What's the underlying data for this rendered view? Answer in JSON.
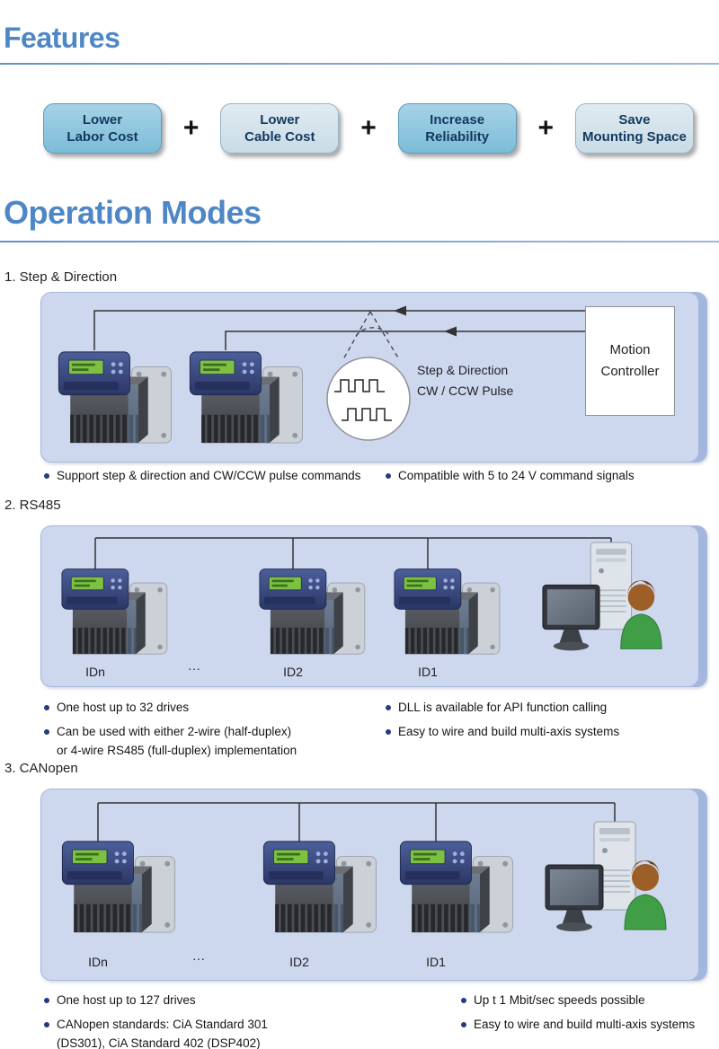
{
  "colors": {
    "accent_blue": "#4f86c6",
    "panel_blue": "#cdd7ee",
    "pill_dark": "#7cbcd8",
    "pill_light": "#c9dbe6",
    "bullet_navy": "#253a85"
  },
  "headers": {
    "features": "Features",
    "operation_modes": "Operation Modes"
  },
  "features": {
    "plus": "+",
    "pills": [
      {
        "label": "Lower\nLabor Cost"
      },
      {
        "label": "Lower\nCable Cost"
      },
      {
        "label": "Increase\nReliability"
      },
      {
        "label": "Save\nMounting Space"
      }
    ]
  },
  "step_direction": {
    "heading": "1. Step & Direction",
    "controller_label": "Motion Controller",
    "signal_line1": "Step & Direction",
    "signal_line2": "CW / CCW Pulse",
    "bullets_left": [
      {
        "text": "Support step & direction and CW/CCW pulse commands"
      }
    ],
    "bullets_right": [
      {
        "text": "Compatible with 5 to 24 V command signals"
      }
    ]
  },
  "rs485": {
    "heading": "2. RS485",
    "id_labels": [
      "IDn",
      "···",
      "ID2",
      "ID1"
    ],
    "bullets_left": [
      {
        "text": "One host up to 32 drives"
      },
      {
        "text": "Can be used with either 2-wire (half-duplex)",
        "text2": "or 4-wire RS485 (full-duplex) implementation"
      }
    ],
    "bullets_right": [
      {
        "text": "DLL is available for API function calling"
      },
      {
        "text": "Easy to wire and build multi-axis systems"
      }
    ]
  },
  "canopen": {
    "heading": "3. CANopen",
    "id_labels": [
      "IDn",
      "···",
      "ID2",
      "ID1"
    ],
    "bullets_left": [
      {
        "text": "One host up to 127 drives"
      },
      {
        "text": "CANopen standards: CiA Standard 301",
        "text2": "(DS301), CiA Standard 402 (DSP402)"
      }
    ],
    "bullets_right": [
      {
        "text": "Up t 1 Mbit/sec speeds possible"
      },
      {
        "text": "Easy to wire and build multi-axis systems"
      }
    ]
  }
}
